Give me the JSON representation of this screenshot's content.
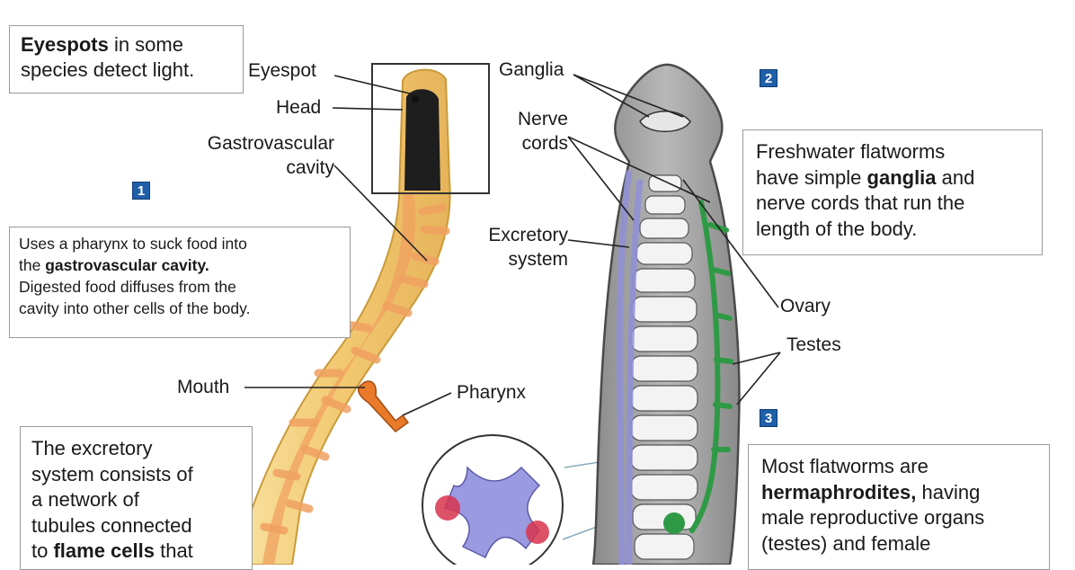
{
  "callouts": {
    "eyespots": {
      "bold": "Eyespots",
      "line1_rest": " in some",
      "line2": "species detect light."
    },
    "gastro": {
      "line1": "Uses a pharynx to suck food into",
      "line2_pre": "the ",
      "line2_bold": "gastrovascular cavity.",
      "line3": "Digested food diffuses from the",
      "line4": "cavity into other cells of the body."
    },
    "excretory": {
      "line1": "The excretory",
      "line2": "system consists of",
      "line3": "a network of",
      "line4": "tubules connected",
      "line5_pre": "to ",
      "line5_bold": "flame cells",
      "line5_post": " that"
    },
    "ganglia": {
      "line1": "Freshwater flatworms",
      "line2_pre": "have simple ",
      "line2_bold": "ganglia",
      "line2_post": " and",
      "line3": "nerve cords that run the",
      "line4": "length of the body."
    },
    "hermaphrodites": {
      "line1": "Most flatworms are",
      "line2_bold": "hermaphrodites,",
      "line2_post": " having",
      "line3": "male reproductive organs",
      "line4": "(testes) and female"
    }
  },
  "labels": {
    "eyespot": "Eyespot",
    "head": "Head",
    "gastro_line1": "Gastrovascular",
    "gastro_line2": "cavity",
    "mouth": "Mouth",
    "pharynx": "Pharynx",
    "ganglia": "Ganglia",
    "nerve_line1": "Nerve",
    "nerve_line2": "cords",
    "excretory_line1": "Excretory",
    "excretory_line2": "system",
    "ovary": "Ovary",
    "testes": "Testes"
  },
  "badges": {
    "one": "1",
    "two": "2",
    "three": "3"
  },
  "colors": {
    "worm_body": "#f3cf78",
    "gut": "#f0a060",
    "head_dark": "#1e1e1e",
    "nerve": "#6f6f6f",
    "excretory": "#8f8fd8",
    "reproductive": "#2f9a45",
    "badge": "#1f5fa8",
    "flame_cell": "#d8344e"
  },
  "icons": [
    "flatworm-illustration",
    "planarian-anatomy-illustration",
    "flame-cell-inset"
  ]
}
